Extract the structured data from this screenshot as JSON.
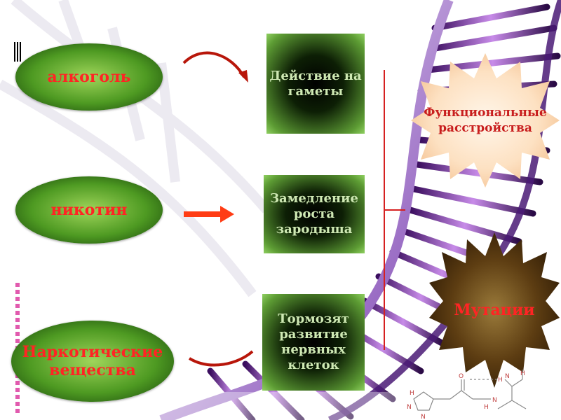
{
  "causes": {
    "alcohol": "алкоголь",
    "nicotine": "никотин",
    "drugs": "Наркотические вещества"
  },
  "effects": {
    "gametes": "Действие на гаметы",
    "embryo_growth": "Замедление роста зародыша",
    "nerve_cells": "Тормозят развитие нервных клеток"
  },
  "outcomes": {
    "functional_disorders": "Функциональные расстройства",
    "mutations": "Мутации"
  },
  "colors": {
    "cause_text": "#ff2424",
    "effect_text": "#cfe9b4",
    "arrow": "#ff3c14",
    "bracket": "#d62020",
    "dna_purple": "#6b2f9e"
  },
  "icons": {
    "chemical_structure": "chemical-formula-icon"
  }
}
